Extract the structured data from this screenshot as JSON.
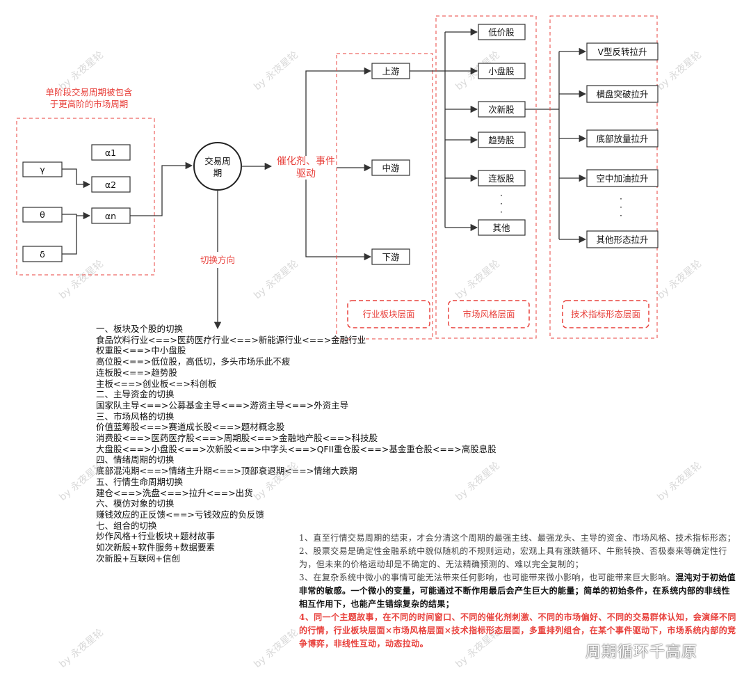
{
  "diagram": {
    "left_group_caption": [
      "单阶段交易周期被包含",
      "于更高阶的市场周期"
    ],
    "greek_nodes": [
      "γ",
      "θ",
      "δ"
    ],
    "alpha_nodes": [
      "α1",
      "α2",
      "αn"
    ],
    "center_node": [
      "交易周",
      "期"
    ],
    "catalyst_label": [
      "催化剂、事件",
      "驱动"
    ],
    "switch_label": "切换方向",
    "industry_nodes": [
      "上游",
      "中游",
      "下游"
    ],
    "industry_layer_label": "行业板块层面",
    "style_nodes": [
      "低价股",
      "小盘股",
      "次新股",
      "趋势股",
      "连板股",
      "其他"
    ],
    "style_layer_label": "市场风格层面",
    "tech_nodes": [
      "V型反转拉升",
      "横盘突破拉升",
      "底部放量拉升",
      "空中加油拉升",
      "其他形态拉升"
    ],
    "tech_layer_label": "技术指标形态层面",
    "ellipsis": "·",
    "watermark": "by 永夜星轮"
  },
  "switch_list": [
    "一、板块及个股的切换",
    "食品饮料行业<==>医药医疗行业<==>新能源行业<==>金融行业",
    "权重股<==>中小盘股",
    "高位股<==>低位股，高低切，多头市场乐此不疲",
    "连板股<==>趋势股",
    "主板<==>创业板<=>科创板",
    "二、主导资金的切换",
    "国家队主导<==>公募基金主导<==>游资主导<==>外资主导",
    "三、市场风格的切换",
    "价值蓝筹股<==>赛道成长股<==>题材概念股",
    "消费股<==>医药医疗股<==>周期股<==>金融地产股<==>科技股",
    "大盘股<==>小盘股<==>次新股<==>中字头<==>QFII重仓股<==>基金重仓股<==>高股息股",
    "四、情绪周期的切换",
    "底部混沌期<==>情绪主升期<==>顶部衰退期<==>情绪大跌期",
    "五、行情生命周期切换",
    "建仓<==>洗盘<==>拉升<==>出货",
    "六、模仿对象的切换",
    "赚钱效应的正反馈<==>亏钱效应的负反馈",
    "七、组合的切换",
    "炒作风格+行业板块+题材故事",
    "如次新股+软件服务+数据要素",
    "次新股+互联网+信创"
  ],
  "notes": {
    "n1": "1、直至行情交易周期的结束，才会分清这个周期的最强主线、最强龙头、主导的资金、市场风格、技术指标形态；",
    "n2": "2、股票交易是确定性金融系统中貌似随机的不规则运动，宏观上具有涨跌循环、牛熊转换、否极泰来等确定性行为，但未来的价格运动却是不确定的、无法精确预测的、难以完全复制的；",
    "n3a": "3、在复杂系统中微小的事情可能无法带来任何影响，也可能带来微小影响，也可能带来巨大影响。",
    "n3b": "混沌对于初始值非常的敏感。一个微小的变量，可能通过不断作用最后会产生巨大的能量；简单的初始条件，在系统内部的非线性相互作用下，也能产生错综复杂的结果；",
    "n4": "4、同一个主题故事，在不同的时间窗口、不同的催化剂刺激、不同的市场偏好、不同的交易群体认知，会演绎不同的行情，行业板块层面×市场风格层面×技术指标形态层面，多重排列组合，在某个事件驱动下，市场系统内部的竞争博弈，非线性互动，动态拉动。"
  },
  "brand": "周期循环千高原",
  "colors": {
    "accent_red": "#e8413c",
    "line": "#333333"
  }
}
